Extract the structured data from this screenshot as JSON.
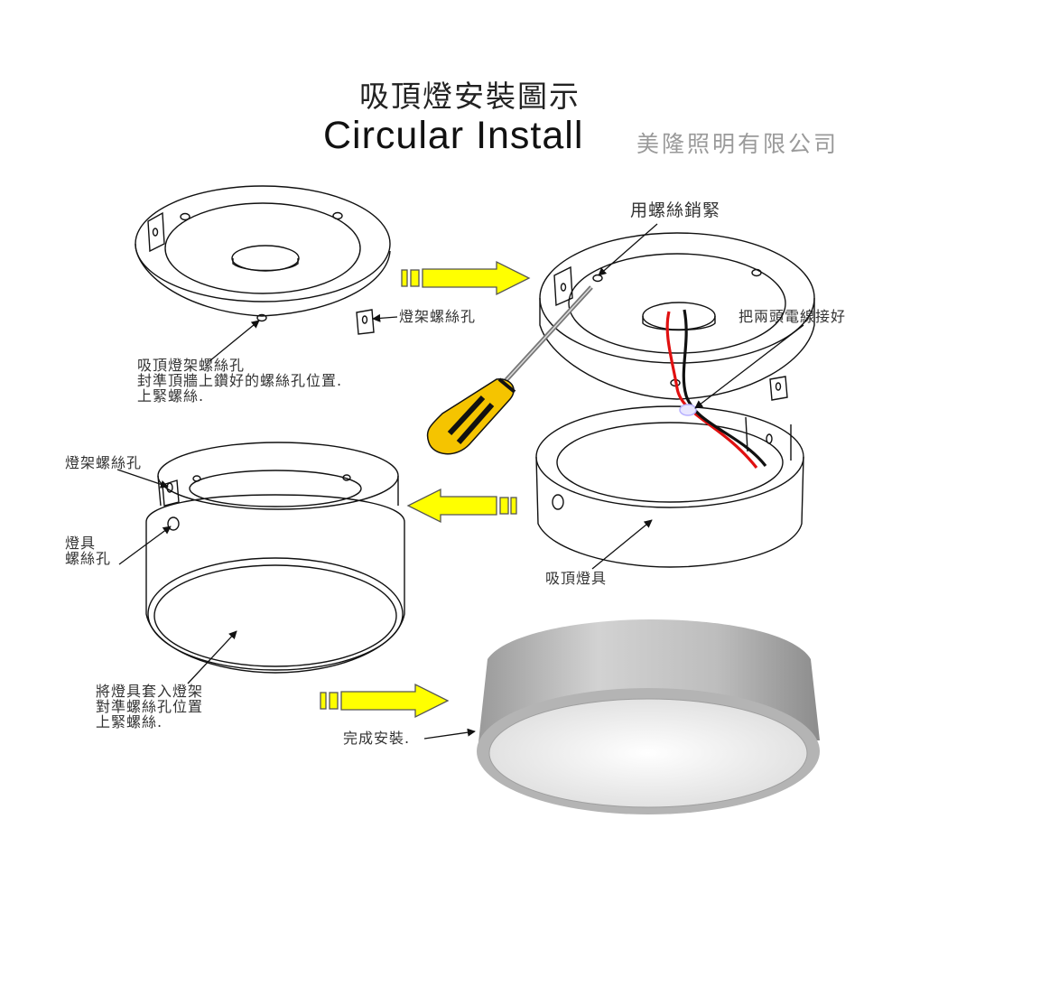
{
  "header": {
    "title_cn": "吸頂燈安裝圖示",
    "title_en": "Circular Install",
    "company": "美隆照明有限公司"
  },
  "labels": {
    "screw_tight": "用螺絲銷緊",
    "bracket_hole_1": "燈架螺絲孔",
    "connect_wires": "把兩頭電線接好",
    "bracket_instruction": "吸頂燈架螺絲孔\n封準頂牆上鑽好的螺絲孔位置.\n上緊螺絲.",
    "bracket_hole_2": "燈架螺絲孔",
    "fixture_hole": "燈具\n螺絲孔",
    "ceiling_fixture": "吸頂燈具",
    "fit_instruction": "將燈具套入燈架\n對準螺絲孔位置\n上緊螺絲.",
    "complete": "完成安裝."
  },
  "colors": {
    "arrow_fill": "#ffff00",
    "arrow_stroke": "#555555",
    "wire_red": "#e01010",
    "wire_black": "#111111",
    "handle_yellow": "#f5c400",
    "handle_black": "#111111",
    "lamp_grey": "#a8a8a8"
  }
}
